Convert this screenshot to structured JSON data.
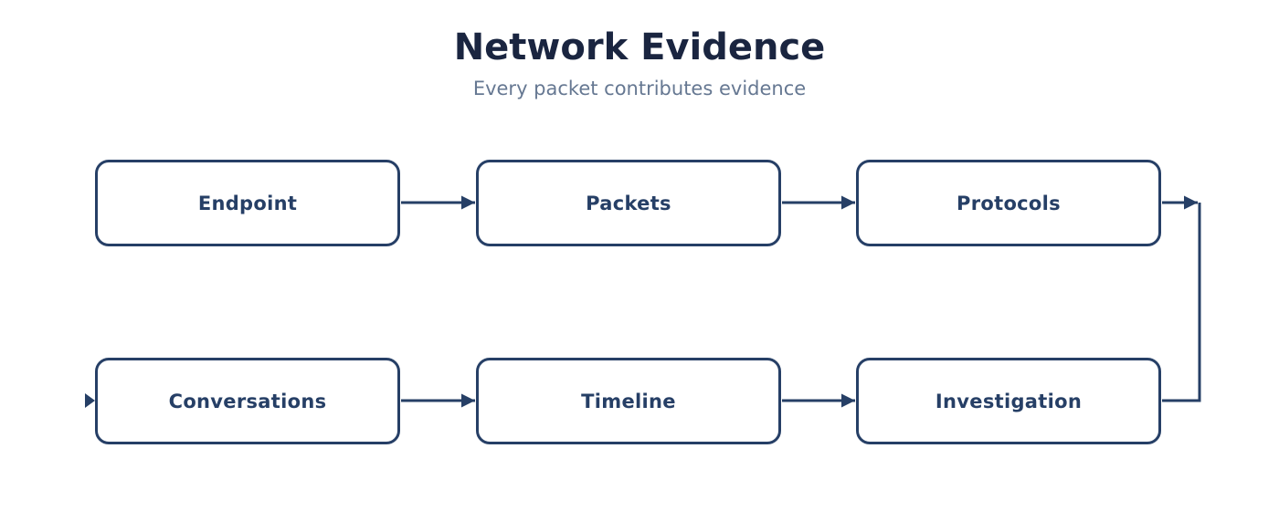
{
  "diagram": {
    "title": "Network Evidence",
    "subtitle": "Every packet contributes evidence",
    "colors": {
      "title": "#1a2540",
      "subtitle": "#667892",
      "node_border": "#263f66",
      "node_text": "#263f66",
      "connector": "#263f66",
      "background": "#ffffff"
    },
    "nodes": [
      {
        "label": "Endpoint"
      },
      {
        "label": "Packets"
      },
      {
        "label": "Protocols"
      },
      {
        "label": "Investigation"
      },
      {
        "label": "Timeline"
      },
      {
        "label": "Conversations"
      }
    ],
    "edges": [
      {
        "from": "Endpoint",
        "to": "Packets"
      },
      {
        "from": "Packets",
        "to": "Protocols"
      },
      {
        "from": "Protocols",
        "to": "Investigation"
      },
      {
        "from": "Conversations",
        "to": "Timeline"
      },
      {
        "from": "Timeline",
        "to": "Investigation"
      }
    ]
  }
}
